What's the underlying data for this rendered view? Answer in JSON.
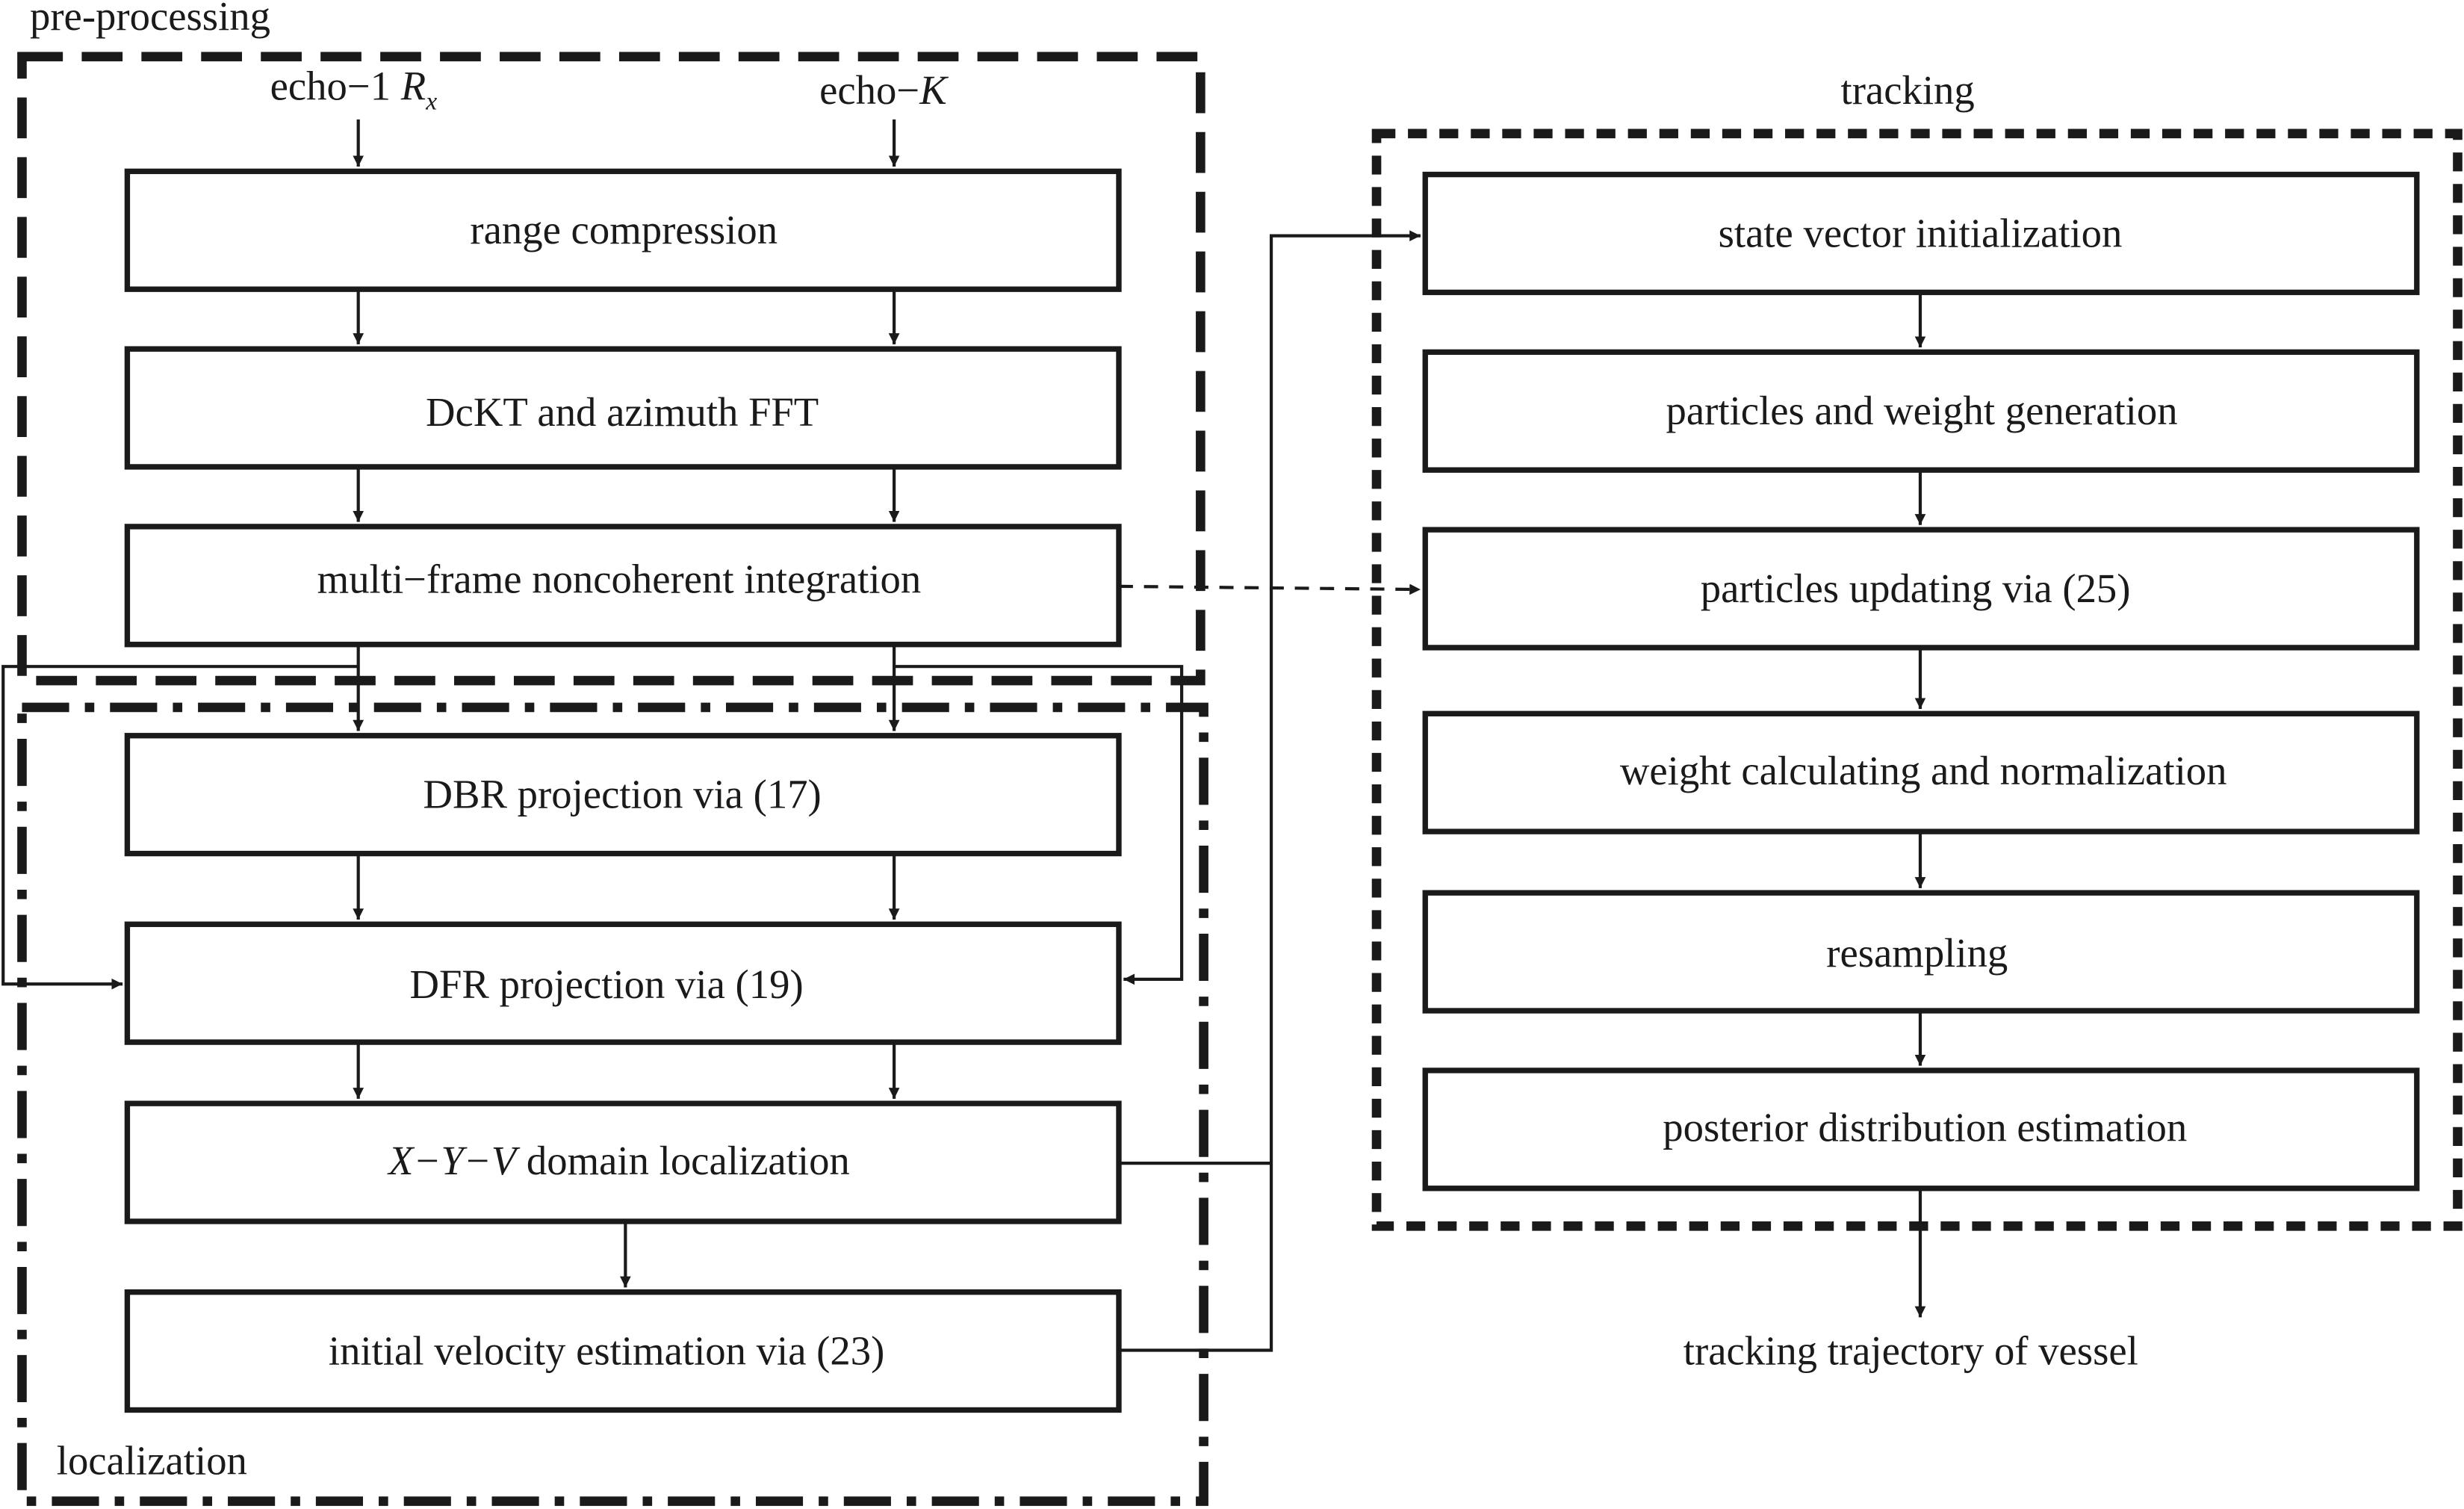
{
  "groups": {
    "preprocessing": "pre-processing",
    "localization": "localization",
    "tracking": "tracking"
  },
  "inputs": {
    "echo1": "echo−1",
    "rx_symbol": "R",
    "rx_subscript": "x",
    "echoK_prefix": "echo−",
    "echoK_symbol": "K"
  },
  "preprocessing_steps": {
    "range_compression": "range compression",
    "dckt": "DcKT and azimuth FFT",
    "integration": "multi−frame noncoherent integration"
  },
  "localization_steps": {
    "dbr": "DBR projection via  (17)",
    "dfr": "DFR projection via  (19)",
    "xyv_italic": "X−Y−V",
    "xyv_rest": " domain localization",
    "velocity": "initial velocity estimation via  (23)"
  },
  "tracking_steps": {
    "init": "state vector initialization",
    "particles": "particles and weight generation",
    "updating": "particles updating via (25)",
    "weight": "weight calculating and normalization",
    "resampling": "resampling",
    "posterior": "posterior distribution estimation"
  },
  "output": "tracking trajectory of vessel"
}
